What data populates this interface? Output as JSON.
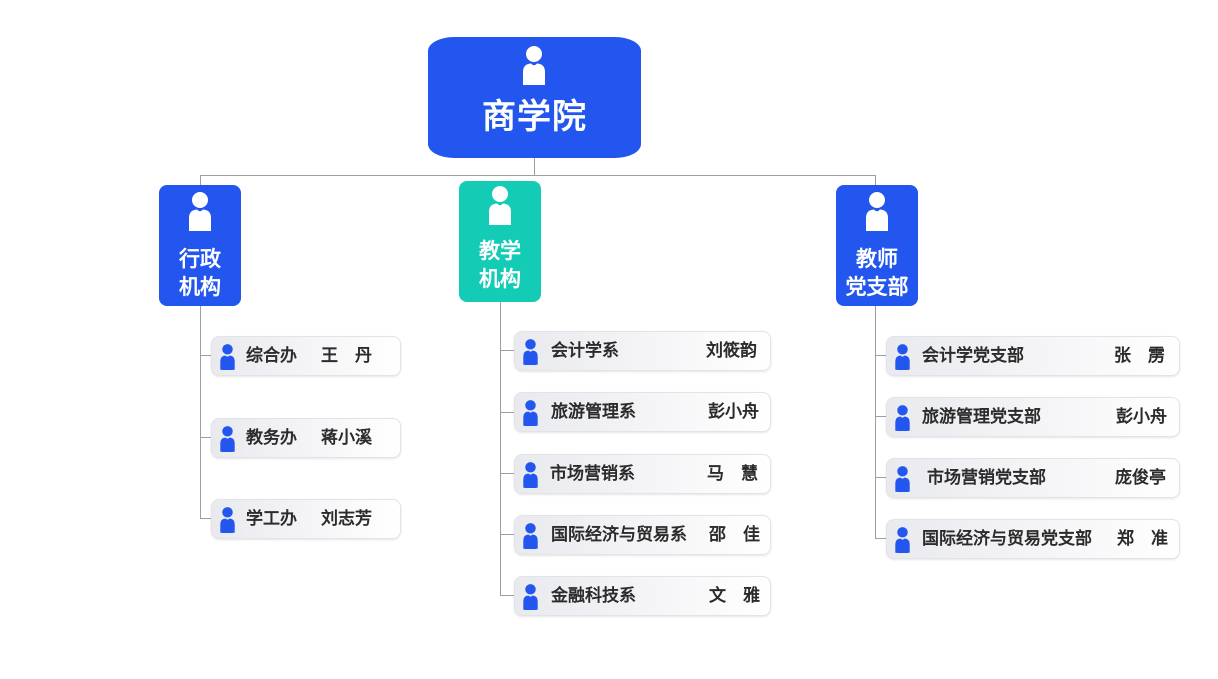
{
  "root": {
    "title": "商学院"
  },
  "branches": [
    {
      "title": "行政\n机构",
      "color": "#2256ee"
    },
    {
      "title": "教学\n机构",
      "color": "#14cbb5"
    },
    {
      "title": "教师\n党支部",
      "color": "#2256ee"
    }
  ],
  "admin_units": [
    {
      "dept": "综合办",
      "name": "王　丹"
    },
    {
      "dept": "教务办",
      "name": "蒋小溪"
    },
    {
      "dept": "学工办",
      "name": "刘志芳"
    }
  ],
  "teaching_units": [
    {
      "dept": "会计学系",
      "name": "刘筱韵"
    },
    {
      "dept": "旅游管理系",
      "name": "彭小舟"
    },
    {
      "dept": "市场营销系",
      "name": "马　慧"
    },
    {
      "dept": "国际经济与贸易系",
      "name": "邵　佳"
    },
    {
      "dept": "金融科技系",
      "name": "文　雅"
    }
  ],
  "party_units": [
    {
      "dept": "会计学党支部",
      "name": "张　雳"
    },
    {
      "dept": "旅游管理党支部",
      "name": "彭小舟"
    },
    {
      "dept": "市场营销党支部",
      "name": "庞俊亭"
    },
    {
      "dept": "国际经济与贸易党支部",
      "name": "郑　准"
    }
  ],
  "icons": {
    "person": "person-icon"
  }
}
